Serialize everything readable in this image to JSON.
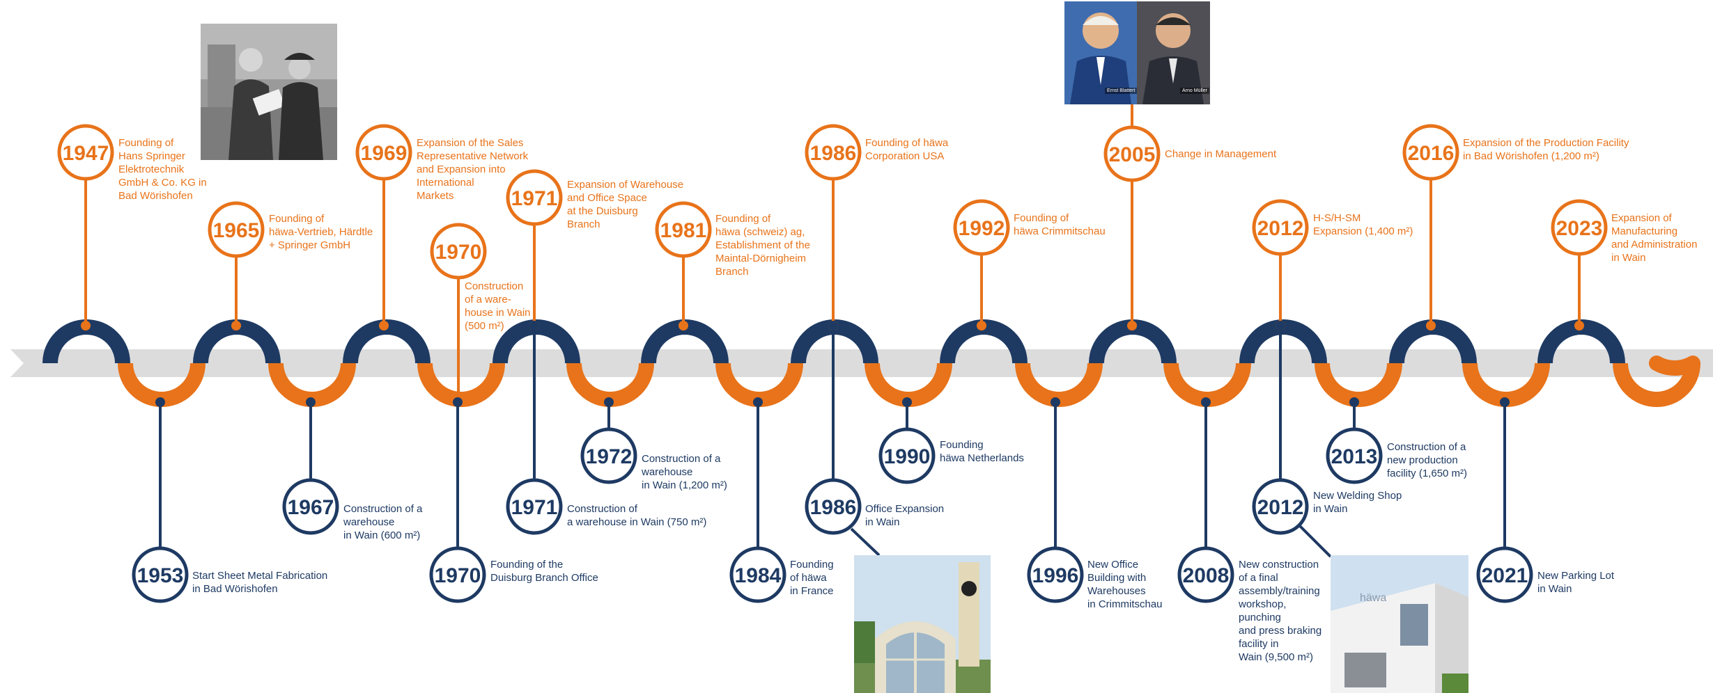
{
  "colors": {
    "orange": "#e8731a",
    "navy": "#1e3a63",
    "navy_dark": "#14284a",
    "band": "#dcdcdc",
    "band_shadow": "#c4c4c4"
  },
  "top_events": [
    {
      "year": "1947",
      "text": "Founding of\nHans Springer\nElektrotechnik\nGmbH & Co. KG in\nBad Wörishofen"
    },
    {
      "year": "1965",
      "text": "Founding of\nhäwa-Vertrieb, Härdtle\n+ Springer GmbH"
    },
    {
      "year": "1969",
      "text": "Expansion of the Sales\nRepresentative Network\nand Expansion into\nInternational\nMarkets"
    },
    {
      "year": "1970",
      "text": "Construction\nof a ware-\nhouse in Wain\n(500 m²)"
    },
    {
      "year": "1971",
      "text": "Expansion of Warehouse\nand Office Space\nat the Duisburg\nBranch"
    },
    {
      "year": "1981",
      "text": "Founding of\nhäwa (schweiz) ag,\nEstablishment of the\nMaintal-Dörnigheim\nBranch"
    },
    {
      "year": "1986",
      "text": "Founding of häwa\nCorporation USA"
    },
    {
      "year": "1992",
      "text": "Founding of\nhäwa Crimmitschau"
    },
    {
      "year": "2005",
      "text": "Change in Management"
    },
    {
      "year": "2012",
      "text": "H-S/H-SM\nExpansion (1,400 m²)"
    },
    {
      "year": "2016",
      "text": "Expansion of the Production Facility\nin Bad Wörishofen (1,200 m²)"
    },
    {
      "year": "2023",
      "text": "Expansion of\nManufacturing\nand Administration\nin Wain"
    }
  ],
  "bottom_events": [
    {
      "year": "1953",
      "text": "Start Sheet Metal Fabrication\nin Bad Wörishofen"
    },
    {
      "year": "1967",
      "text": "Construction of a\nwarehouse\nin Wain (600 m²)"
    },
    {
      "year": "1970",
      "text": "Founding of the\nDuisburg Branch Office"
    },
    {
      "year": "1971",
      "text": "Construction of\na warehouse in Wain (750 m²)"
    },
    {
      "year": "1972",
      "text": "Construction of a\nwarehouse\nin Wain (1,200 m²)"
    },
    {
      "year": "1984",
      "text": "Founding\nof häwa\nin France"
    },
    {
      "year": "1986",
      "text": "Office Expansion\nin Wain"
    },
    {
      "year": "1990",
      "text": "Founding\nhäwa Netherlands"
    },
    {
      "year": "1996",
      "text": "New Office\nBuilding with\nWarehouses\nin Crimmitschau"
    },
    {
      "year": "2008",
      "text": "New construction\nof a final\nassembly/training\nworkshop,\npunching\nand press braking\nfacility in\nWain (9,500 m²)"
    },
    {
      "year": "2012",
      "text": "New Welding Shop\nin Wain"
    },
    {
      "year": "2013",
      "text": "Construction of a\nnew production\nfacility (1,650 m²)"
    },
    {
      "year": "2021",
      "text": "New Parking Lot\nin Wain"
    }
  ],
  "photos": {
    "management_captions": [
      "Ernst Blattert",
      "Arno Müller"
    ],
    "building_sign": "häwa"
  }
}
